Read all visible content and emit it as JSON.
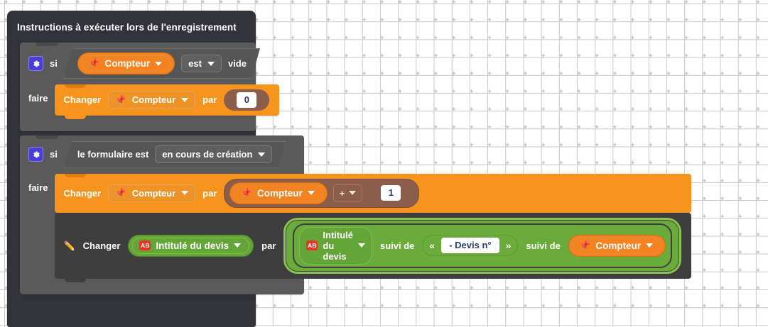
{
  "workspace": {
    "background": "#ffffff",
    "grid_color": "#c9c9c9"
  },
  "hat_block": {
    "title": "Instructions à exécuter lors de l'enregistrement",
    "color": "#32323a"
  },
  "blocks": [
    {
      "id": "if-empty",
      "type": "controls_if",
      "gear_icon": "gear-icon",
      "keyword_if": "si",
      "keyword_do": "faire",
      "condition": {
        "type": "logic_is_empty",
        "variable": {
          "icon": "pin-icon",
          "label": "Compteur",
          "caret": "chevron-down-icon"
        },
        "operator": "est",
        "predicate": "vide"
      },
      "body": [
        {
          "type": "variables_set",
          "verb": "Changer",
          "target": {
            "icon": "pin-icon",
            "label": "Compteur",
            "caret": "chevron-down-icon"
          },
          "connector": "par",
          "value": {
            "type": "math_number",
            "number": "0"
          }
        }
      ]
    },
    {
      "id": "if-creating",
      "type": "controls_if",
      "gear_icon": "gear-icon",
      "keyword_if": "si",
      "keyword_do": "faire",
      "condition": {
        "type": "form_state_is",
        "label": "le formulaire est",
        "state": "en cours de création",
        "caret": "chevron-down-icon"
      },
      "body": [
        {
          "type": "variables_set",
          "verb": "Changer",
          "target": {
            "icon": "pin-icon",
            "label": "Compteur",
            "caret": "chevron-down-icon"
          },
          "connector": "par",
          "value": {
            "type": "math_arithmetic",
            "left": {
              "icon": "pin-icon",
              "label": "Compteur",
              "caret": "chevron-down-icon"
            },
            "operator": "+",
            "operator_caret": "chevron-down-icon",
            "right": {
              "type": "math_number",
              "number": "1"
            }
          }
        },
        {
          "type": "field_set",
          "icon": "pencil-icon",
          "verb": "Changer",
          "target": {
            "icon": "ab-icon",
            "icon_text": "AB",
            "label": "Intitulé du devis",
            "caret": "chevron-down-icon"
          },
          "connector": "par",
          "value": {
            "type": "text_join",
            "selected": true,
            "parts": [
              {
                "kind": "field",
                "icon": "ab-icon",
                "icon_text": "AB",
                "label": "Intitulé du devis",
                "caret": "chevron-down-icon"
              },
              {
                "kind": "separator",
                "text": "suivi de"
              },
              {
                "kind": "text",
                "open_quote": "«",
                "text": "- Devis n°",
                "close_quote": "»"
              },
              {
                "kind": "separator",
                "text": "suivi de"
              },
              {
                "kind": "variable",
                "icon": "pin-icon",
                "label": "Compteur",
                "caret": "chevron-down-icon"
              }
            ]
          }
        }
      ]
    }
  ],
  "colors": {
    "orange": "#f7941e",
    "orange_variable": "#f58220",
    "green": "#63a536",
    "green_join": "#6aab3b",
    "green_join_border": "#86c44f",
    "brown": "#8b5e4b",
    "dark_block": "#3e3e3e",
    "control_gray": "#5a5a5a",
    "hat_gray": "#32323a",
    "ab_red": "#ea3323",
    "gear_blue": "#4a3fd4",
    "number_text": "#2a3b6b"
  }
}
